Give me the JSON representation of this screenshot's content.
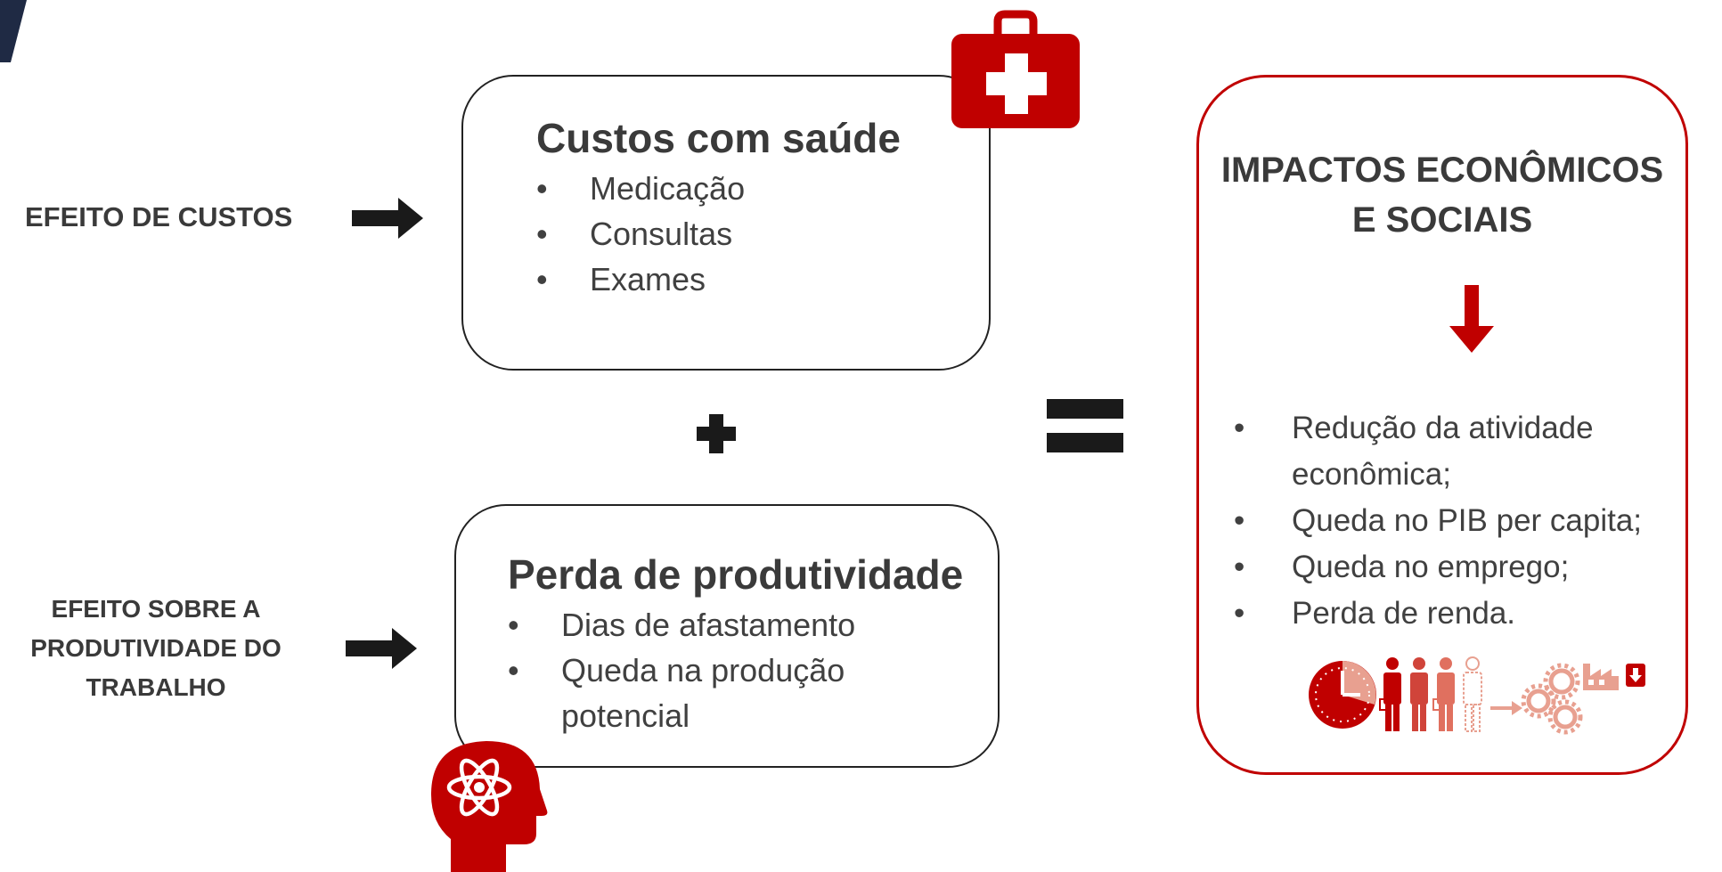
{
  "left_labels": {
    "costs_effect": "EFEITO DE CUSTOS",
    "productivity_effect_lines": [
      "EFEITO SOBRE A",
      "PRODUTIVIDADE DO",
      "TRABALHO"
    ]
  },
  "health_costs": {
    "title": "Custos com saúde",
    "items": [
      "Medicação",
      "Consultas",
      "Exames"
    ]
  },
  "productivity_loss": {
    "title": "Perda de produtividade",
    "items": [
      "Dias de afastamento",
      "Queda na produção potencial"
    ]
  },
  "impacts": {
    "title_lines": [
      "IMPACTOS ECONÔMICOS",
      "E SOCIAIS"
    ],
    "items": [
      "Redução da atividade econômica;",
      "Queda no PIB per capita;",
      "Queda no emprego;",
      "Perda de renda."
    ]
  },
  "bullet_char": "•",
  "icons": {
    "medkit": "first-aid-kit-icon",
    "head": "head-atom-icon",
    "arrows": "right-arrow-icon",
    "down": "down-arrow-icon",
    "illustration": "economy-decline-illustration"
  },
  "colors": {
    "accent_red": "#c00000",
    "dark": "#1a1a1a",
    "text": "#404040",
    "navy_corner": "#1f2a44"
  }
}
